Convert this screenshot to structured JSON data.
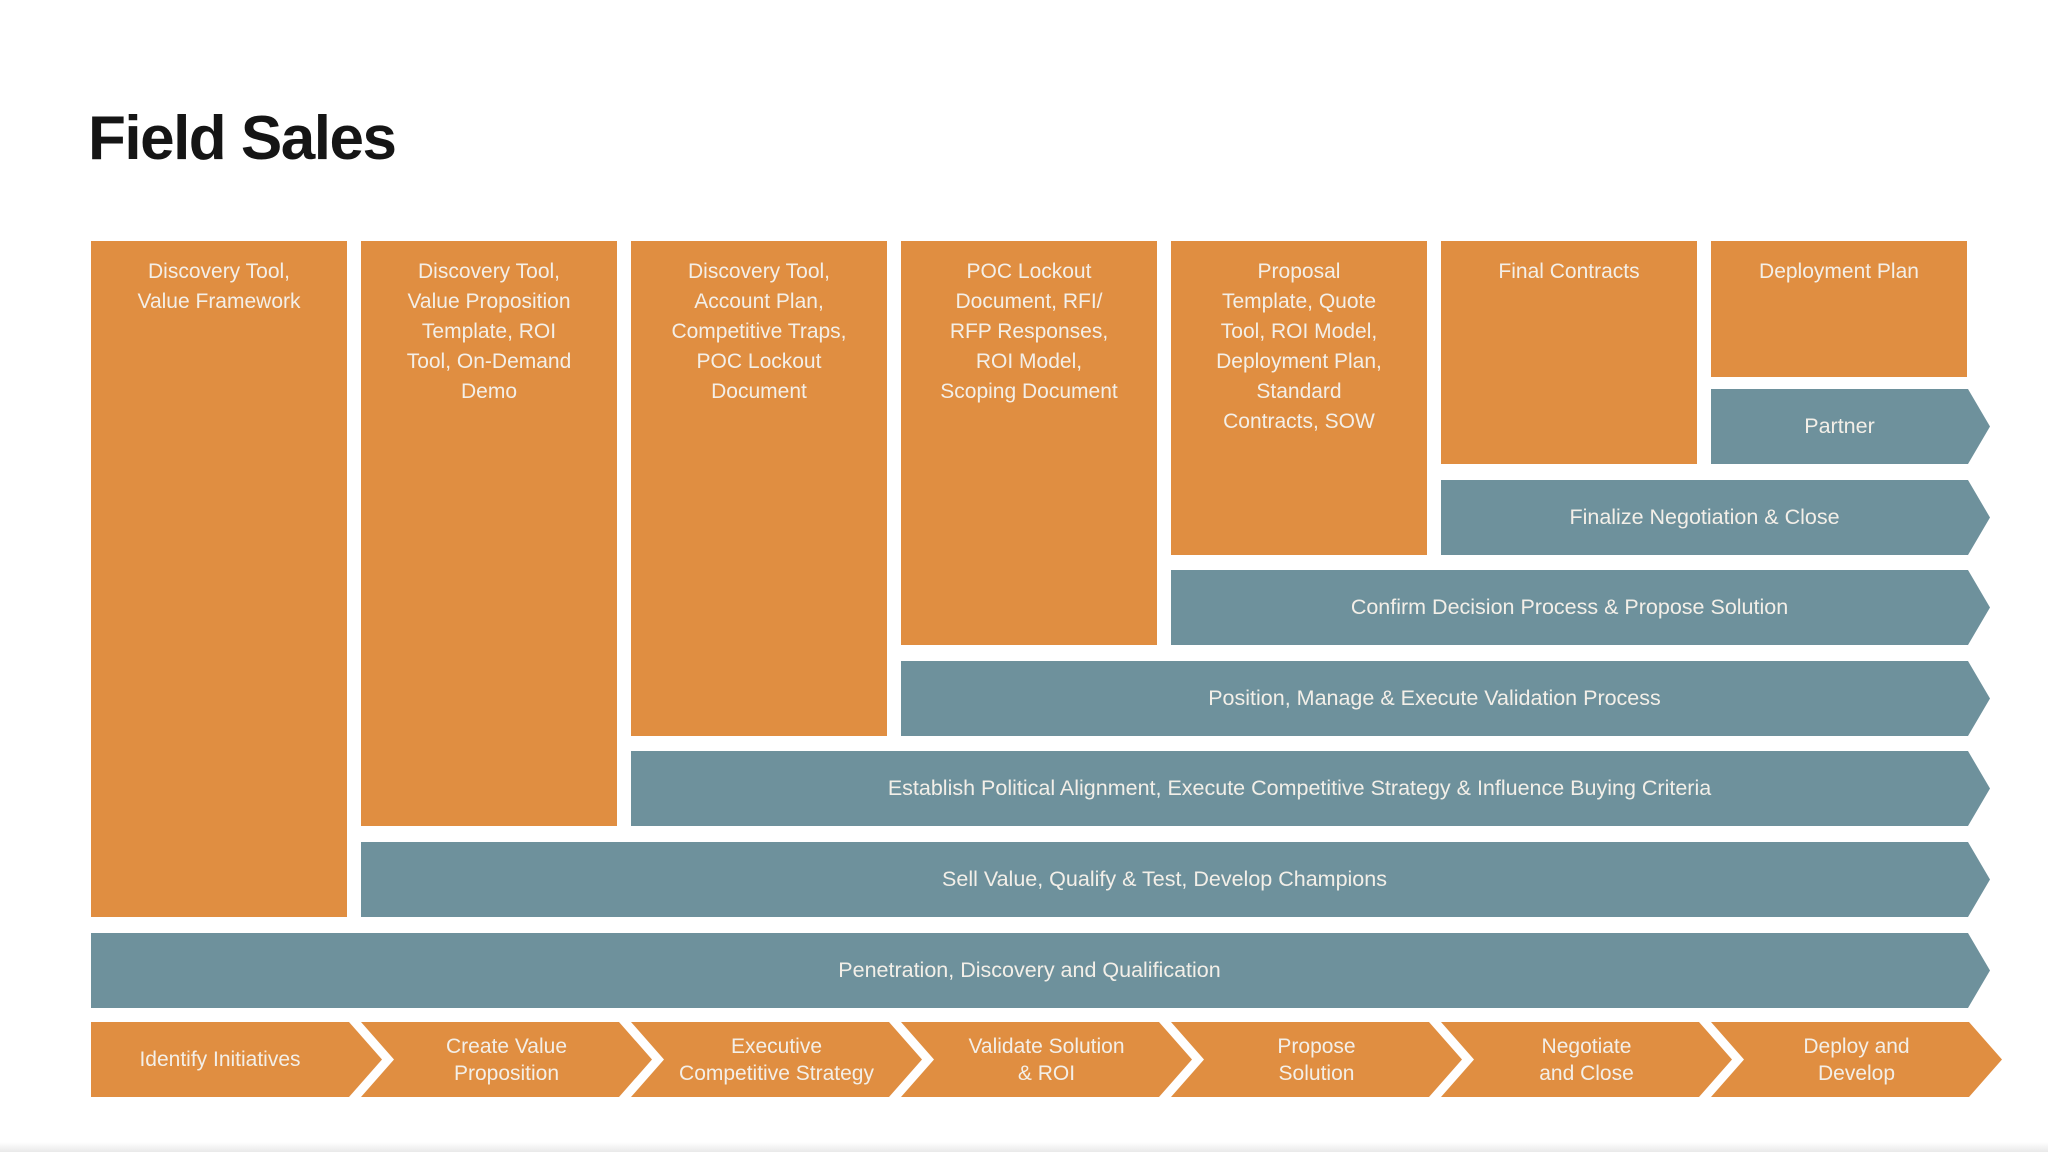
{
  "title": "Field Sales",
  "colors": {
    "orange": "#E08E41",
    "teal": "#6E919C",
    "light_text": "#F3EFE8",
    "title_text": "#151515",
    "background": "#FFFFFF"
  },
  "columns": [
    {
      "label": "Discovery Tool,\nValue Framework"
    },
    {
      "label": "Discovery Tool,\nValue Proposition\nTemplate, ROI\nTool, On-Demand\nDemo"
    },
    {
      "label": "Discovery Tool,\nAccount Plan,\nCompetitive Traps,\nPOC Lockout\nDocument"
    },
    {
      "label": "POC Lockout\nDocument, RFI/\nRFP Responses,\nROI Model,\nScoping Document"
    },
    {
      "label": "Proposal\nTemplate, Quote\nTool, ROI Model,\nDeployment Plan,\nStandard\nContracts, SOW"
    },
    {
      "label": "Final Contracts"
    },
    {
      "label": "Deployment Plan"
    }
  ],
  "process_arrows": [
    {
      "label": "Partner"
    },
    {
      "label": "Finalize Negotiation & Close"
    },
    {
      "label": "Confirm Decision Process & Propose Solution"
    },
    {
      "label": "Position, Manage & Execute Validation Process"
    },
    {
      "label": "Establish Political Alignment, Execute Competitive Strategy & Influence Buying Criteria"
    },
    {
      "label": "Sell Value, Qualify & Test, Develop Champions"
    },
    {
      "label": "Penetration, Discovery and Qualification"
    }
  ],
  "stage_arrows": [
    {
      "label": "Identify Initiatives"
    },
    {
      "label": "Create Value\nProposition"
    },
    {
      "label": "Executive\nCompetitive Strategy"
    },
    {
      "label": "Validate Solution\n& ROI"
    },
    {
      "label": "Propose\nSolution"
    },
    {
      "label": "Negotiate\nand Close"
    },
    {
      "label": "Deploy and\nDevelop"
    }
  ]
}
